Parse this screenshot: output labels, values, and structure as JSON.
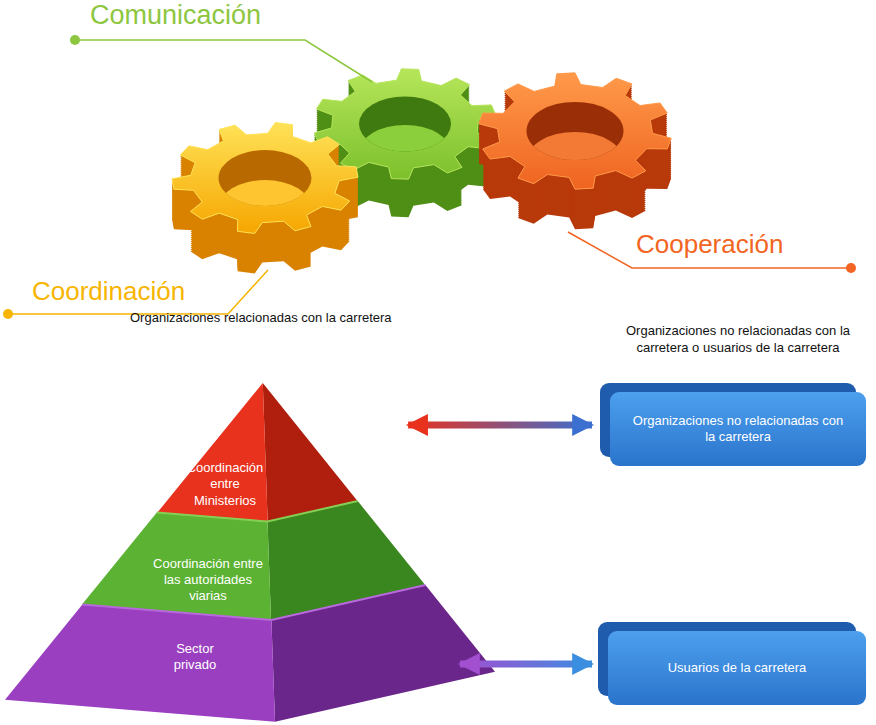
{
  "diagram": {
    "nodes": [
      {
        "text": [
          "Coordinación entre Ministerios"
        ]
      },
      {
        "text": [
          "Coordinación entre las autoridades viarias"
        ]
      },
      {
        "text": [
          "Sector privado"
        ]
      },
      {
        "text": [
          "Organizaciones no relacionadas con la carretera"
        ]
      },
      {
        "text": [
          "Usuarios de la carretera"
        ]
      }
    ],
    "edges": [
      {
        "from": 0,
        "to": 3,
        "arrow": "both"
      },
      {
        "from": 2,
        "to": 4,
        "arrow": "both"
      }
    ],
    "labels": [
      "Comunicación",
      "Coordinación",
      "Cooperación",
      "Organizaciones relacionadas con la carretera",
      "Organizaciones no relacionadas con la carretera o usuarios de la carretera"
    ]
  }
}
